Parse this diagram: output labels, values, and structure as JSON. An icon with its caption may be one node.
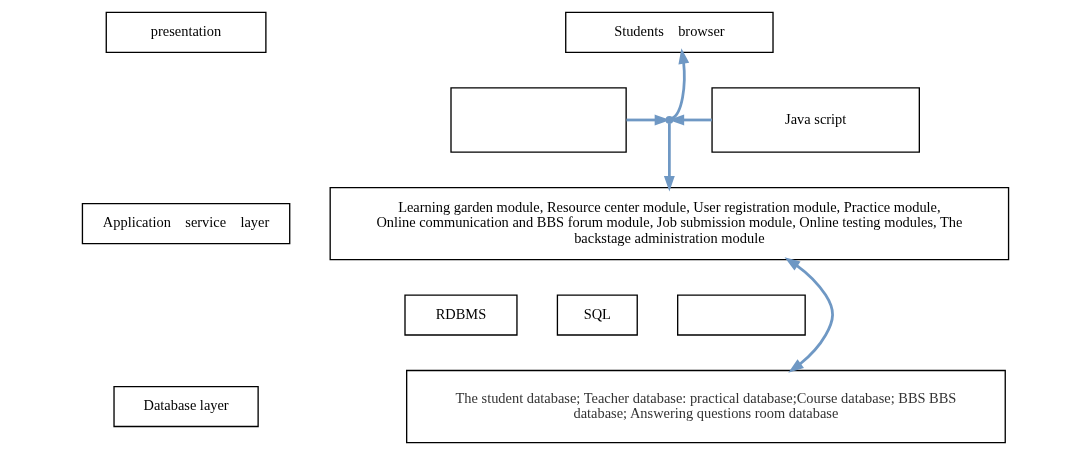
{
  "diagram": {
    "nodes": [
      {
        "text": [
          "presentation"
        ]
      },
      {
        "text": [
          "Students    browser"
        ]
      },
      {
        "text": [],
        "shape": "box"
      },
      {
        "text": [],
        "shape": "point"
      },
      {
        "text": [
          "Java script"
        ]
      },
      {
        "text": [
          "Application    service    layer"
        ]
      },
      {
        "text": [
          "Learning garden module, Resource center module, User registration module, Practice module, Online communication and BBS forum module, Job submission module, Online testing modules, The backstage administration module"
        ]
      },
      {
        "text": [
          "RDBMS"
        ]
      },
      {
        "text": [
          "SQL"
        ]
      },
      {
        "text": [],
        "shape": "box"
      },
      {
        "text": [
          "Database layer"
        ]
      },
      {
        "text": [
          "The student database; Teacher database: practical database;Course database; BBS BBS database; Answering questions room database"
        ]
      }
    ],
    "edges": [
      {
        "from": 3,
        "to": 1,
        "arrow": "to"
      },
      {
        "from": 3,
        "to": 6,
        "arrow": "to"
      },
      {
        "from": 2,
        "to": 3,
        "arrow": "to"
      },
      {
        "from": 4,
        "to": 3,
        "arrow": "to"
      },
      {
        "from": 6,
        "to": 11,
        "arrow": "both"
      }
    ]
  }
}
